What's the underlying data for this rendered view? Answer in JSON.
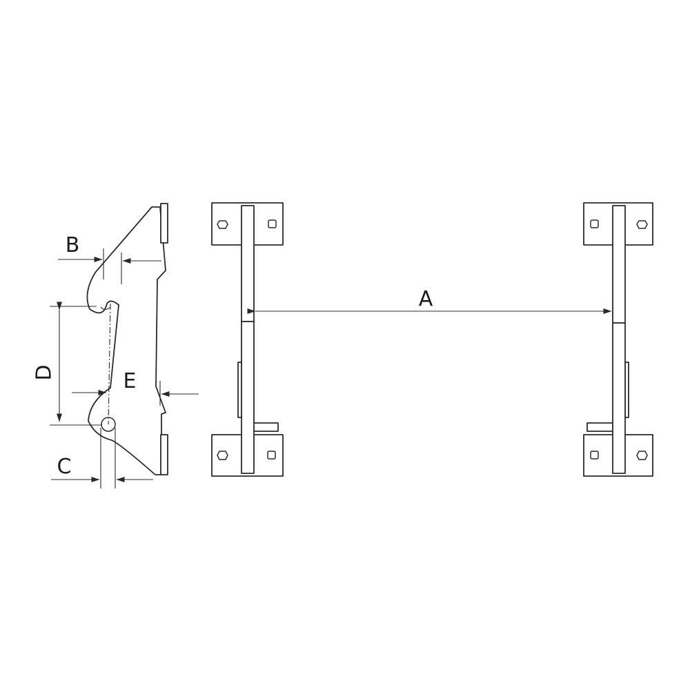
{
  "diagram": {
    "labels": {
      "a": "A",
      "b": "B",
      "c": "C",
      "d": "D",
      "e": "E"
    },
    "colors": {
      "line": "#2a2a2a",
      "background": "#ffffff"
    }
  }
}
